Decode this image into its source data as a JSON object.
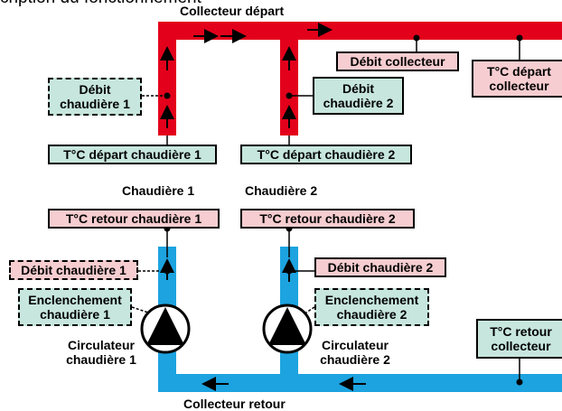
{
  "header": {
    "text": "cription du fonctionnement"
  },
  "collectors": {
    "depart_label": "Collecteur départ",
    "retour_label": "Collecteur retour"
  },
  "boilers": {
    "b1_name": "Chaudière 1",
    "b2_name": "Chaudière 2"
  },
  "tags": {
    "debit_collecteur": "Débit collecteur",
    "td_collecteur": [
      "T°C départ",
      "collecteur"
    ],
    "debit_chaudiere_1_dep": [
      "Débit",
      "chaudière 1"
    ],
    "debit_chaudiere_2_dep": [
      "Débit",
      "chaudière 2"
    ],
    "td_chaudiere_1": "T°C départ chaudière 1",
    "td_chaudiere_2": "T°C départ chaudière 2",
    "tr_chaudiere_1": "T°C retour chaudière 1",
    "tr_chaudiere_2": "T°C retour chaudière 2",
    "debit_chaudiere_1_ret": "Débit chaudière 1",
    "debit_chaudiere_2_ret": "Débit chaudière 2",
    "enclenchement_1": [
      "Enclenchement",
      "chaudière 1"
    ],
    "enclenchement_2": [
      "Enclenchement",
      "chaudière 2"
    ],
    "tr_collecteur": [
      "T°C retour",
      "collecteur"
    ]
  },
  "pumps": {
    "p1_label": [
      "Circulateur",
      "chaudière 1"
    ],
    "p2_label": [
      "Circulateur",
      "chaudière 2"
    ]
  },
  "colors": {
    "supply_pipe": "#e3001b",
    "return_pipe": "#1ca3e0",
    "green_tag": "#c7e6dd",
    "pink_tag": "#f6cdd0"
  }
}
